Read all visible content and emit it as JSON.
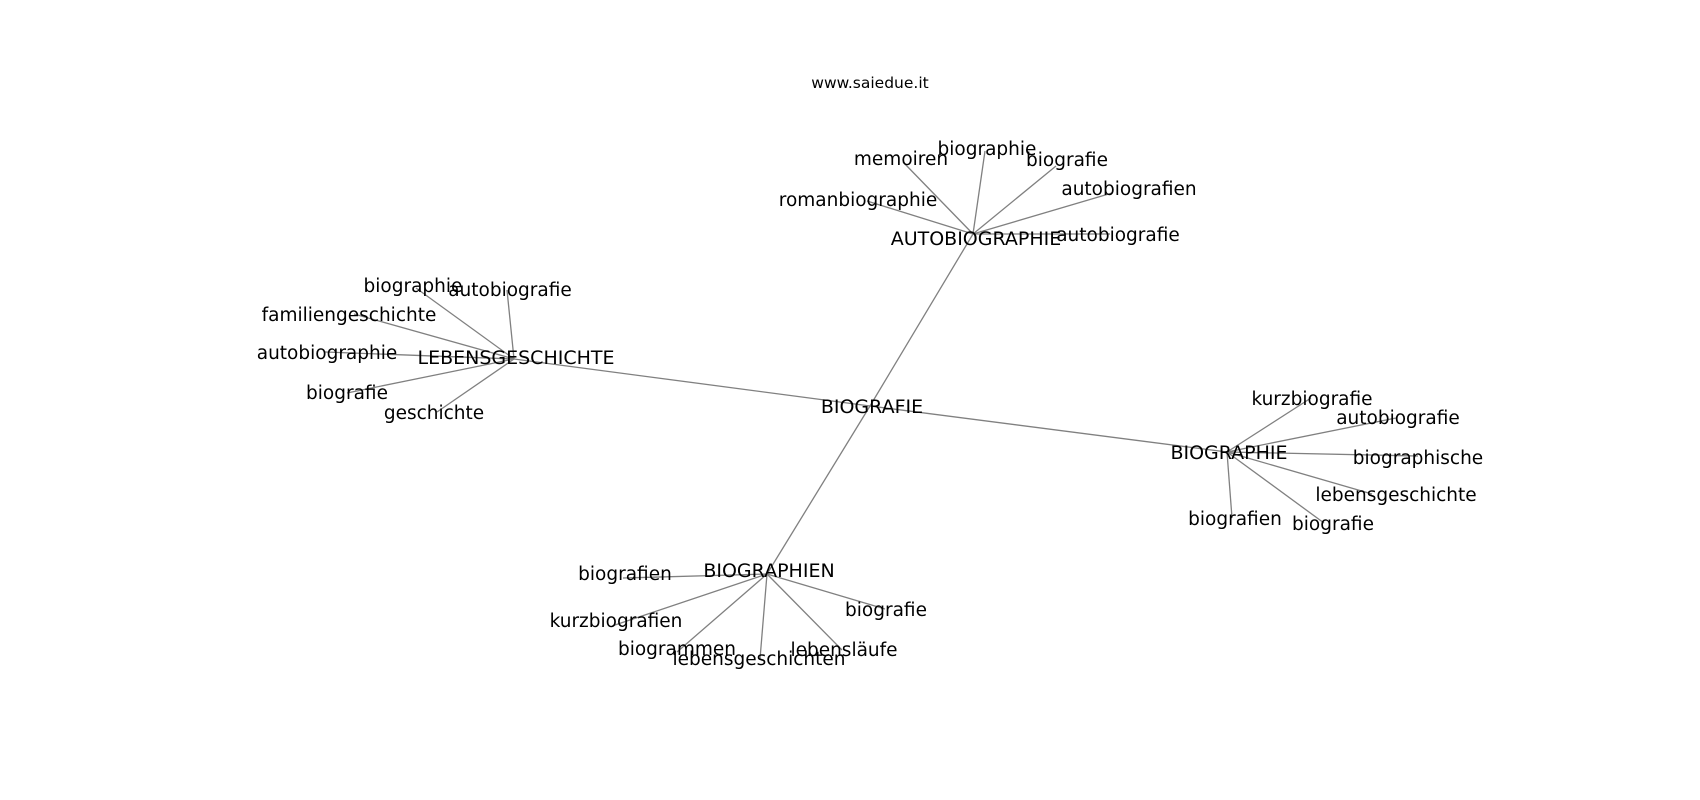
{
  "header": {
    "site": "www.saiedue.it"
  },
  "graph": {
    "center": "BIOGRAFIE",
    "hubs": [
      {
        "label": "AUTOBIOGRAPHIE",
        "leaves": [
          "memoiren",
          "biographie",
          "biografie",
          "autobiografien",
          "romanbiographie",
          "autobiografie"
        ]
      },
      {
        "label": "LEBENSGESCHICHTE",
        "leaves": [
          "biographie",
          "autobiografie",
          "familiengeschichte",
          "autobiographie",
          "biografie",
          "geschichte"
        ]
      },
      {
        "label": "BIOGRAPHIE",
        "leaves": [
          "kurzbiografie",
          "autobiografie",
          "biographische",
          "lebensgeschichte",
          "biografien",
          "biografie"
        ]
      },
      {
        "label": "BIOGRAPHIEN",
        "leaves": [
          "biografien",
          "kurzbiografien",
          "biogrammen",
          "lebensgeschichten",
          "lebensläufe",
          "biografie"
        ]
      }
    ]
  }
}
